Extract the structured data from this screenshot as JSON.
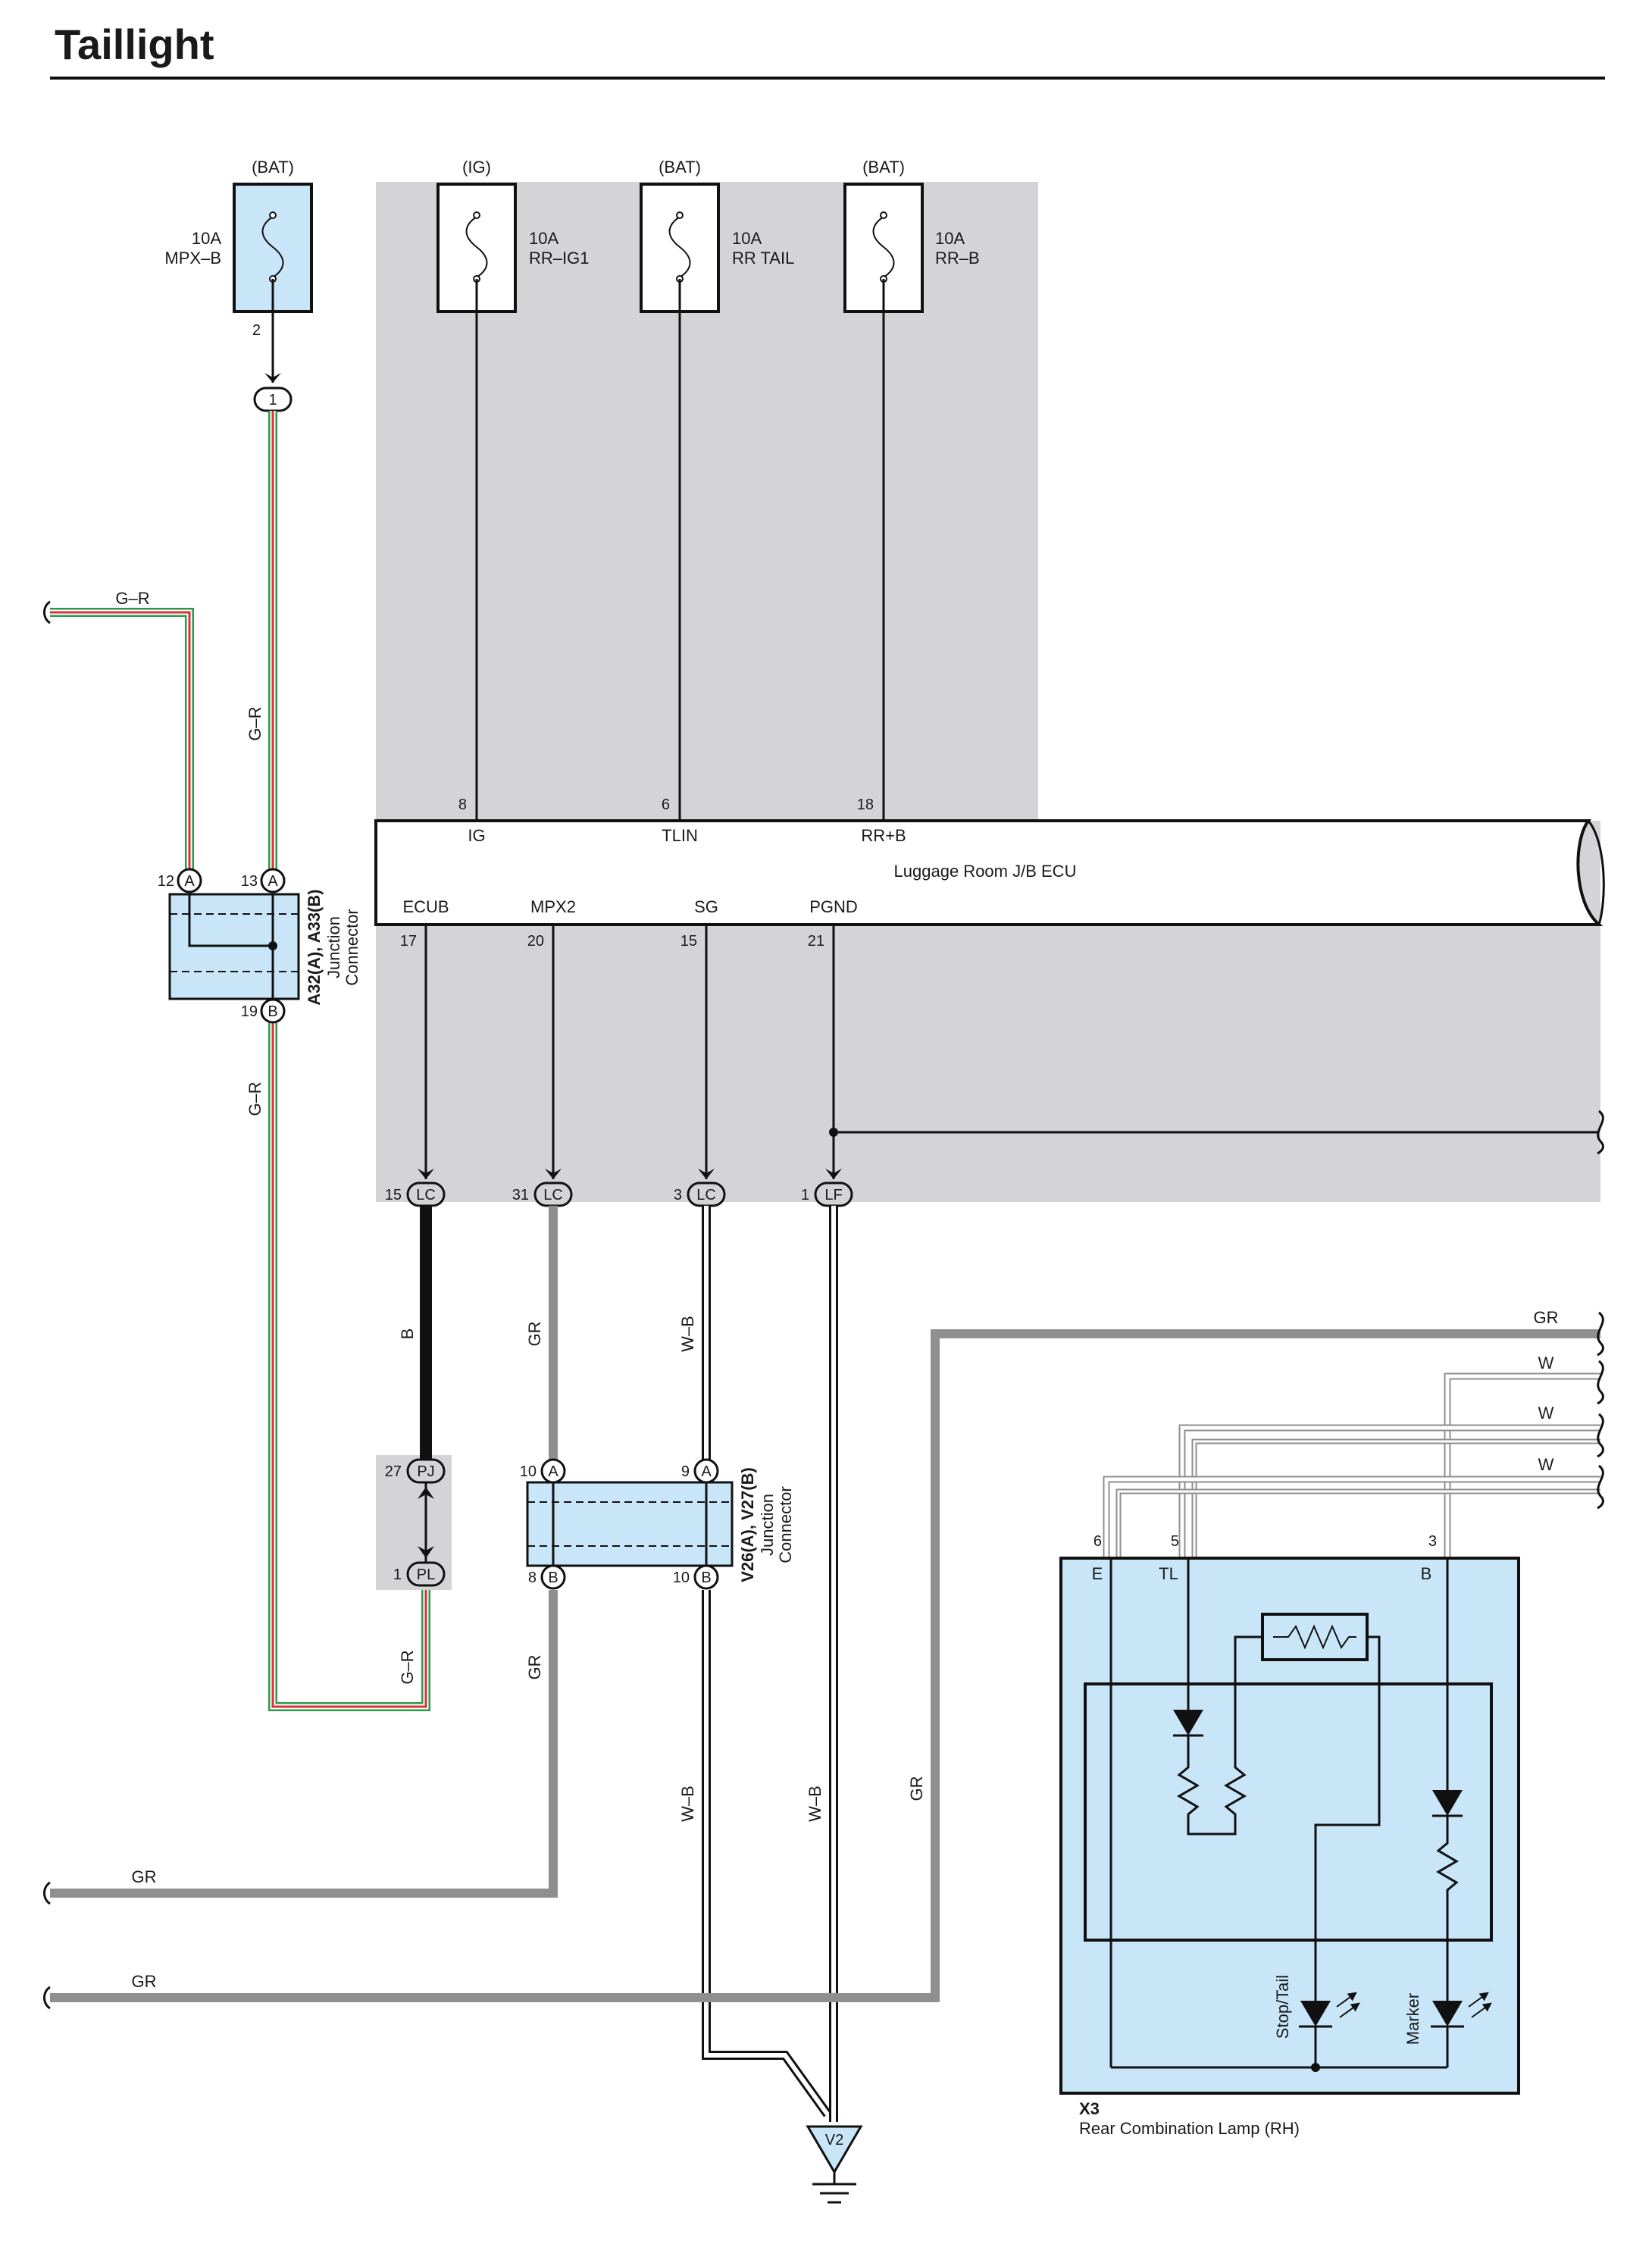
{
  "title": "Taillight",
  "colors": {
    "ecu_shade": "#d4d4d6",
    "component_fill": "#c8e6f8",
    "wire_gray": "#8f8f8f",
    "wire_green": "#2a9a48",
    "wire_red": "#d8333a",
    "wire_black": "#111111"
  },
  "fuses": [
    {
      "source": "(BAT)",
      "amps": "10A",
      "name": "MPX–B",
      "pin": "2"
    },
    {
      "source": "(IG)",
      "amps": "10A",
      "name": "RR–IG1"
    },
    {
      "source": "(BAT)",
      "amps": "10A",
      "name": "RR TAIL"
    },
    {
      "source": "(BAT)",
      "amps": "10A",
      "name": "RR–B"
    }
  ],
  "ecu": {
    "name": "Luggage Room J/B ECU",
    "top_terminals": [
      {
        "pin": "8",
        "label": "IG"
      },
      {
        "pin": "6",
        "label": "TLIN"
      },
      {
        "pin": "18",
        "label": "RR+B"
      }
    ],
    "bottom_terminals": [
      {
        "pin": "17",
        "label": "ECUB"
      },
      {
        "pin": "20",
        "label": "MPX2"
      },
      {
        "pin": "15",
        "label": "SG"
      },
      {
        "pin": "21",
        "label": "PGND"
      }
    ]
  },
  "connectors": [
    {
      "pin": "1",
      "code": "1"
    },
    {
      "pin": "15",
      "code": "LC"
    },
    {
      "pin": "31",
      "code": "LC"
    },
    {
      "pin": "3",
      "code": "LC"
    },
    {
      "pin": "1",
      "code": "LF"
    },
    {
      "pin": "27",
      "code": "PJ"
    },
    {
      "pin": "1",
      "code": "PL"
    }
  ],
  "junction_a": {
    "pins_top": [
      {
        "pin": "12",
        "code": "A"
      },
      {
        "pin": "13",
        "code": "A"
      }
    ],
    "pin_bottom": {
      "pin": "19",
      "code": "B"
    },
    "id": "A32(A), A33(B)",
    "line1": "Junction",
    "line2": "Connector"
  },
  "junction_v": {
    "pins_top": [
      {
        "pin": "10",
        "code": "A"
      },
      {
        "pin": "9",
        "code": "A"
      }
    ],
    "pins_bottom": [
      {
        "pin": "8",
        "code": "B"
      },
      {
        "pin": "10",
        "code": "B"
      }
    ],
    "id": "V26(A), V27(B)",
    "line1": "Junction",
    "line2": "Connector"
  },
  "wire_labels": {
    "gr_left": "G–R",
    "gr_vert_top": "G–R",
    "gr_vert_mid": "G–R",
    "gr_bottom": "G–R",
    "b": "B",
    "gr1": "GR",
    "gr2": "GR",
    "wb1": "W–B",
    "wb2": "W–B",
    "wb3": "W–B",
    "gr3": "GR",
    "gr_bottom_left_1": "GR",
    "gr_bottom_left_2": "GR",
    "right_gr": "GR",
    "right_w1": "W",
    "right_w2": "W",
    "right_w3": "W"
  },
  "lamp": {
    "id": "X3",
    "name": "Rear Combination Lamp (RH)",
    "terminals": [
      {
        "pin": "6",
        "label": "E"
      },
      {
        "pin": "5",
        "label": "TL"
      },
      {
        "pin": "3",
        "label": "B"
      }
    ],
    "stop_label": "Stop/Tail",
    "marker_label": "Marker"
  },
  "ground": {
    "code": "V2"
  }
}
